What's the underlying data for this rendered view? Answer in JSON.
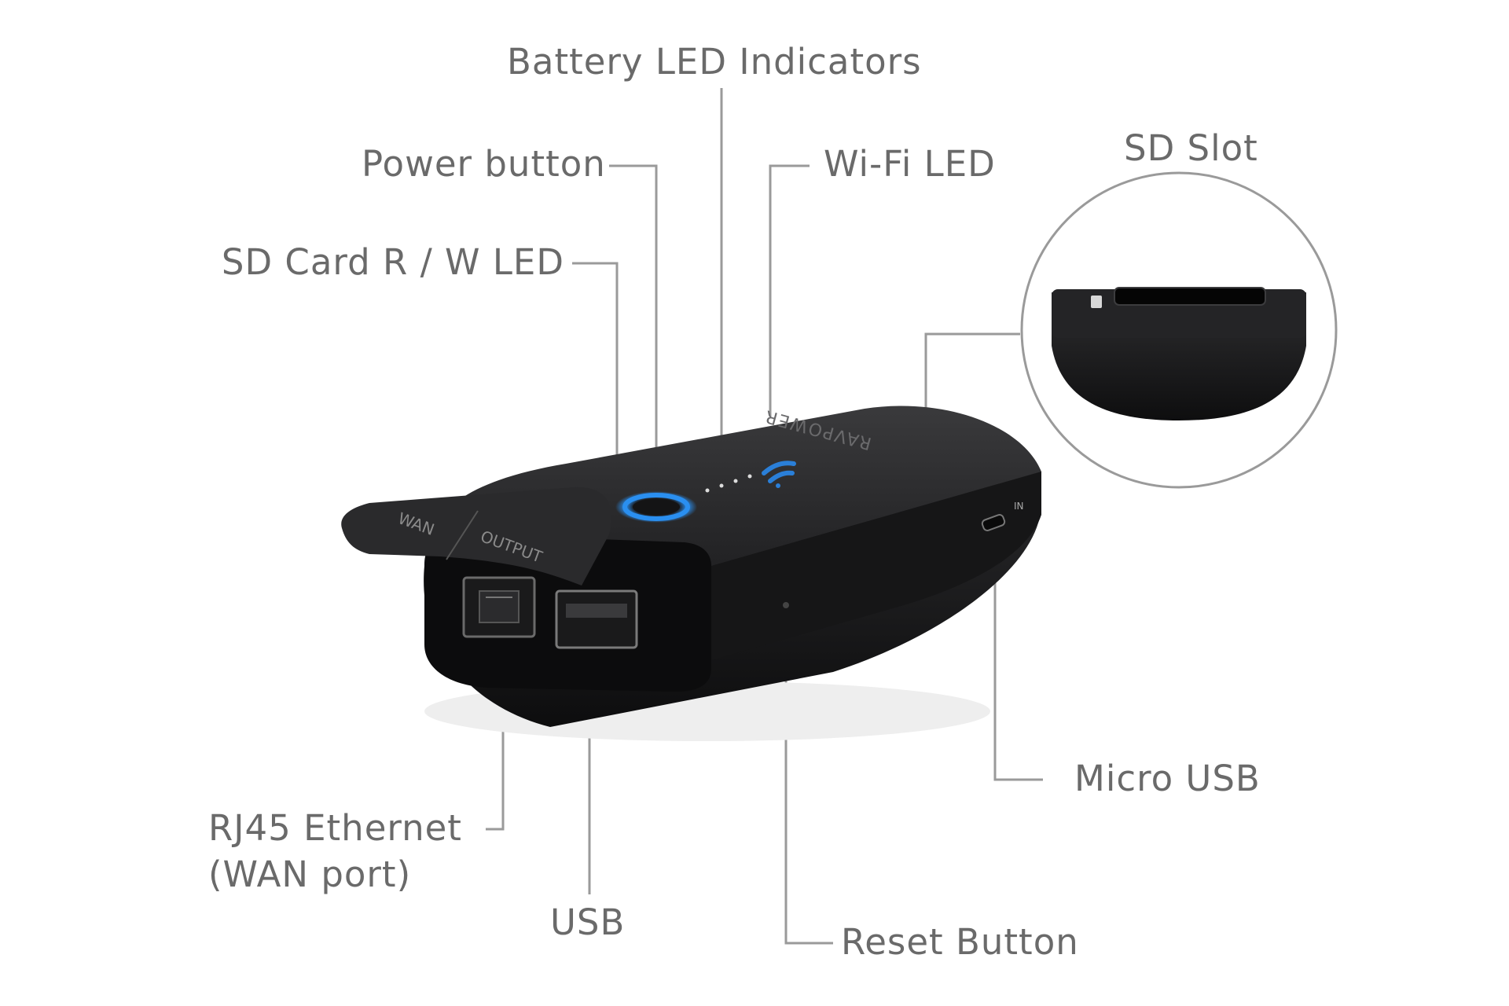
{
  "labels": {
    "battery_led": "Battery LED Indicators",
    "power_button": "Power button",
    "wifi_led": "Wi-Fi LED",
    "sd_slot": "SD Slot",
    "sd_card_led": "SD Card R / W LED",
    "rj45_line1": "RJ45 Ethernet",
    "rj45_line2": "(WAN port)",
    "usb": "USB",
    "micro_usb": "Micro USB",
    "reset_button": "Reset Button"
  },
  "device": {
    "cap_label_wan": "WAN",
    "cap_label_output": "OUTPUT",
    "side_label_in": "IN",
    "brand_text": "RAVPOWER"
  },
  "colors": {
    "background": "#ffffff",
    "label_text": "#6a6a6a",
    "leader_line": "#9a9a9a",
    "device_body": "#1c1c1e",
    "power_ring": "#2a8ff0",
    "wifi_icon": "#2a7fd8"
  },
  "icons": {
    "power": "power-button-ring-icon",
    "wifi": "wifi-icon"
  }
}
